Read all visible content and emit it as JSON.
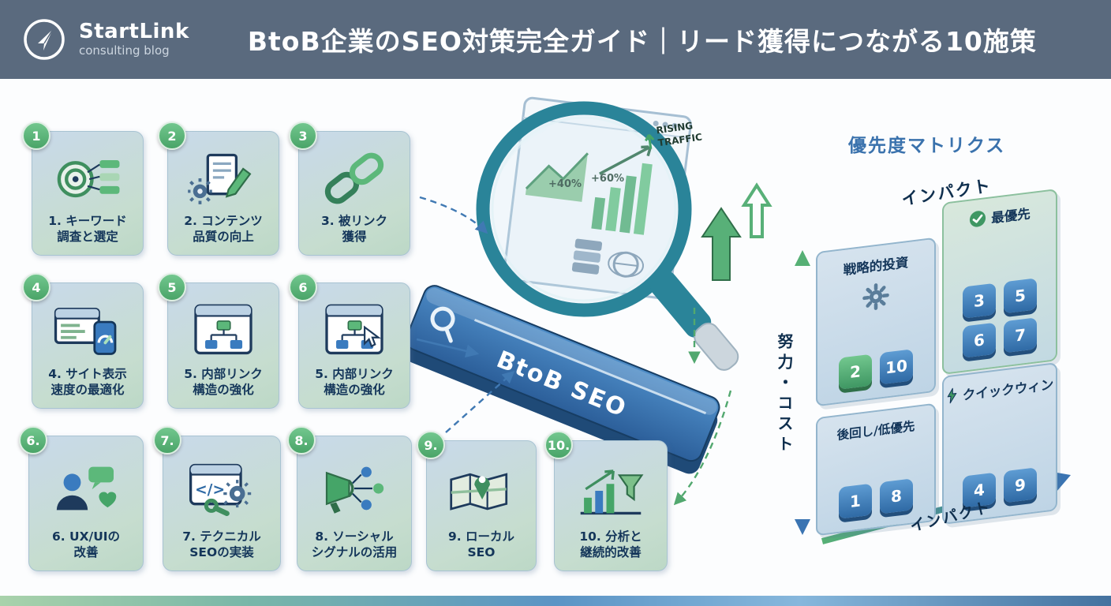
{
  "header": {
    "brand_name": "StartLink",
    "brand_tagline": "consulting blog",
    "title": "BtoB企業のSEO対策完全ガイド｜リード獲得につながる10施策"
  },
  "cards": [
    {
      "badge": "1",
      "label": "1. キーワード\n調査と選定",
      "icon": "keyword-research-icon"
    },
    {
      "badge": "2",
      "label": "2. コンテンツ\n品質の向上",
      "icon": "content-quality-icon"
    },
    {
      "badge": "3",
      "label": "3. 被リンク\n獲得",
      "icon": "backlink-icon"
    },
    {
      "badge": "4",
      "label": "4. サイト表示\n速度の最適化",
      "icon": "site-speed-icon"
    },
    {
      "badge": "5",
      "label": "5. 内部リンク\n構造の強化",
      "icon": "internal-link-icon"
    },
    {
      "badge": "6",
      "label": "5. 内部リンク\n構造の強化",
      "icon": "internal-link-cursor-icon"
    },
    {
      "badge": "6.",
      "label": "6. UX/UIの\n改善",
      "icon": "ux-ui-icon"
    },
    {
      "badge": "7.",
      "label": "7. テクニカル\nSEOの実装",
      "icon": "technical-seo-icon"
    },
    {
      "badge": "8.",
      "label": "8. ソーシャル\nシグナルの活用",
      "icon": "social-signal-icon"
    },
    {
      "badge": "9.",
      "label": "9. ローカル\nSEO",
      "icon": "local-seo-icon"
    },
    {
      "badge": "10.",
      "label": "10. 分析と\n継続的改善",
      "icon": "analytics-icon"
    }
  ],
  "illustration": {
    "search_bar_text": "BtoB SEO",
    "rising_line1": "RISING",
    "rising_line2": "TRAFFIC",
    "stat_left": "+40%",
    "stat_right": "+60%"
  },
  "matrix": {
    "title": "優先度マトリクス",
    "axis_impact_top": "インパクト",
    "axis_effort_left": "努力・コスト",
    "axis_impact_bottom": "インパクト",
    "quadrants": {
      "strategic": {
        "label": "戦略的投資",
        "tiles": [
          "2",
          "10"
        ]
      },
      "top_priority": {
        "label": "最優先",
        "tiles": [
          "3",
          "5",
          "6",
          "7"
        ]
      },
      "low_priority": {
        "label": "後回し/低優先",
        "tiles": [
          "1",
          "8"
        ]
      },
      "quick_win": {
        "label": "クイックウィン",
        "tiles": [
          "4",
          "9"
        ]
      }
    }
  },
  "colors": {
    "header_bg": "#5a6a7e",
    "accent_green": "#5cb87a",
    "accent_blue": "#3a7bbf",
    "matrix_title_blue": "#3a72ad",
    "card_text": "#14365a"
  }
}
